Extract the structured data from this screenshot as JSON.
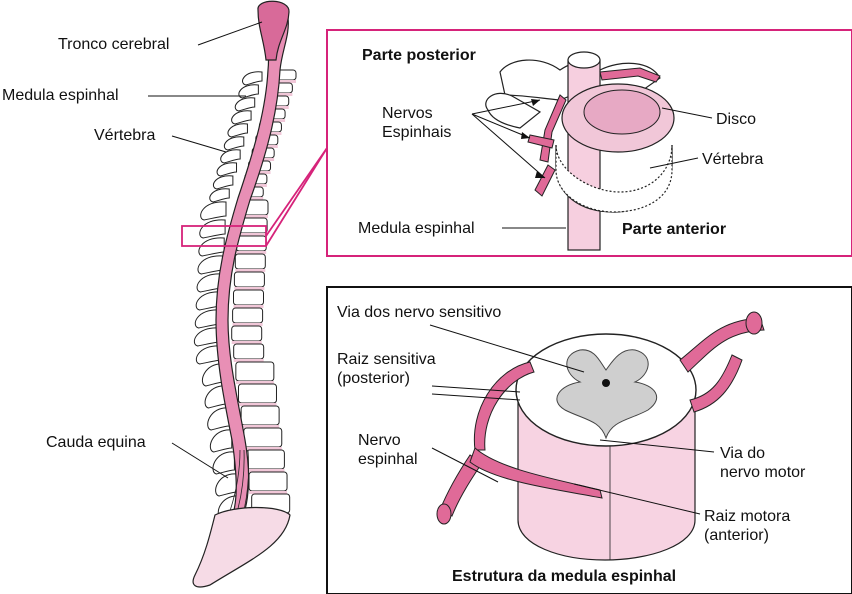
{
  "colors": {
    "accent": "#d6237a",
    "cord_pink": "#e88fb5",
    "cord_light": "#f6cfdf",
    "nerve_pink": "#e06a98",
    "grey_matter": "#cfcfcf",
    "ink": "#111111"
  },
  "spine_panel": {
    "labels": {
      "brainstem": "Tronco cerebral",
      "spinal_cord": "Medula espinhal",
      "vertebra": "Vértebra",
      "cauda_equina": "Cauda equina"
    }
  },
  "detail_panel": {
    "posterior": "Parte  posterior",
    "anterior": "Parte anterior",
    "nerves_line1": "Nervos",
    "nerves_line2": "Espinhais",
    "disc": "Disco",
    "vertebra": "Vértebra",
    "spinal_cord": "Medula espinhal"
  },
  "structure_panel": {
    "title": "Estrutura da medula espinhal",
    "sensory_path": "Via dos nervo sensitivo",
    "sensory_root_line1": "Raiz sensitiva",
    "sensory_root_line2": "(posterior)",
    "spinal_nerve_line1": "Nervo",
    "spinal_nerve_line2": "espinhal",
    "motor_path_line1": "Via do",
    "motor_path_line2": "nervo motor",
    "motor_root_line1": "Raiz motora",
    "motor_root_line2": "(anterior)"
  }
}
